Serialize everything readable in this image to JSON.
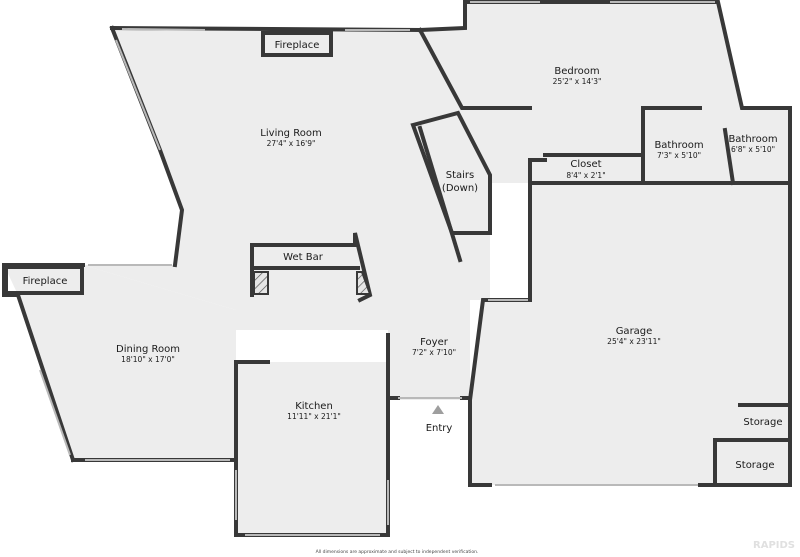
{
  "rooms": {
    "bedroom": {
      "name": "Bedroom",
      "dim": "25'2\" x 14'3\""
    },
    "living": {
      "name": "Living Room",
      "dim": "27'4\" x 16'9\""
    },
    "bath1": {
      "name": "Bathroom",
      "dim": "7'3\" x 5'10\""
    },
    "bath2": {
      "name": "Bathroom",
      "dim": "6'8\" x 5'10\""
    },
    "closet": {
      "name": "Closet",
      "dim": "8'4\" x 2'1\""
    },
    "stairs": {
      "name_line1": "Stairs",
      "name_line2": "(Down)"
    },
    "wetbar": {
      "name": "Wet Bar"
    },
    "fireplace_lr": {
      "name": "Fireplace"
    },
    "fireplace_dr": {
      "name": "Fireplace"
    },
    "dining": {
      "name": "Dining Room",
      "dim": "18'10\" x 17'0\""
    },
    "foyer": {
      "name": "Foyer",
      "dim": "7'2\" x 7'10\""
    },
    "garage": {
      "name": "Garage",
      "dim": "25'4\" x 23'11\""
    },
    "kitchen": {
      "name": "Kitchen",
      "dim": "11'11\" x 21'1\""
    },
    "storage1": {
      "name": "Storage"
    },
    "storage2": {
      "name": "Storage"
    }
  },
  "entry": {
    "label": "Entry"
  },
  "disclaimer": "All dimensions are approximate and subject to independent verification.",
  "watermark": "RAPIDS",
  "colors": {
    "wall": "#383838",
    "floor": "#ededed",
    "window": "#b9b9b9",
    "hatch": "#555555",
    "entry_arrow": "#9e9e9e"
  }
}
